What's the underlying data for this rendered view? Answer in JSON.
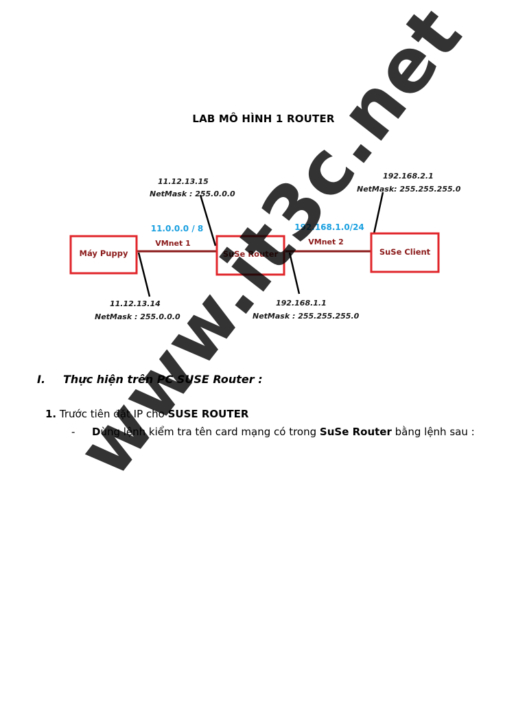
{
  "title": "LAB  MÔ HÌNH  1 ROUTER",
  "diagram": {
    "nodes": [
      {
        "label": "Máy Puppy"
      },
      {
        "label": "SuSe Router"
      },
      {
        "label": "SuSe Client"
      }
    ],
    "networks": [
      {
        "subnet": "11.0.0.0 / 8",
        "vmnet": "VMnet 1"
      },
      {
        "subnet": "192.168.1.0/24",
        "vmnet": "VMnet 2"
      }
    ],
    "addresses": [
      {
        "ip": "11.12.13.15",
        "mask": "NetMask : 255.0.0.0"
      },
      {
        "ip": "11.12.13.14",
        "mask": "NetMask : 255.0.0.0"
      },
      {
        "ip": "192.168.1.1",
        "mask": "NetMask : 255.255.255.0"
      },
      {
        "ip": "192.168.2.1",
        "mask": "NetMask: 255.255.255.0"
      }
    ],
    "colors": {
      "box_border": "#e0262b",
      "link": "#8b1a1a",
      "subnet": "#1aa0e0"
    }
  },
  "section": {
    "number": "I.",
    "heading": "Thực hiện trên PC SUSE Router :"
  },
  "step1": {
    "number": "1.",
    "text": "Trước tiên đặt IP cho ",
    "bold": "SUSE ROUTER"
  },
  "bullet1": {
    "dash": "-",
    "bold_start": "D",
    "text1": "ùng lệnh kiểm tra tên card mạng có trong ",
    "bold_mid": "SuSe Router",
    "text2": " bằng lệnh sau :"
  },
  "watermark": "www.it3c.net"
}
